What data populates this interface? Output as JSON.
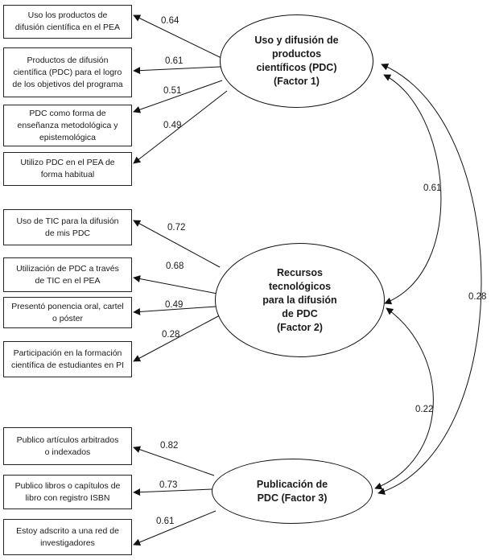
{
  "factors": {
    "f1": "Uso y difusión de\nproductos\ncientíficos (PDC)\n(Factor 1)",
    "f2": "Recursos\ntecnológicos\npara la difusión\nde PDC\n(Factor 2)",
    "f3": "Publicación de\nPDC (Factor 3)"
  },
  "items": {
    "i1": "Uso los productos de\ndifusión científica en el PEA",
    "i2": "Productos de difusión\ncientífica (PDC) para el logro\nde los objetivos del programa",
    "i3": "PDC como forma de\nenseñanza metodológica y\nepistemológica",
    "i4": "Utilizo PDC en el PEA de\nforma habitual",
    "i5": "Uso de TIC para la difusión\nde mis PDC",
    "i6": "Utilización de PDC a través\nde TIC en el PEA",
    "i7": "Presentó ponencia oral, cartel\no póster",
    "i8": "Participación en la formación\ncientífica de estudiantes en PI",
    "i9": "Publico artículos arbitrados\no indexados",
    "i10": "Publico libros o capítulos de\nlibro con registro ISBN",
    "i11": "Estoy adscrito a una red de\ninvestigadores"
  },
  "loadings": {
    "i1": "0.64",
    "i2": "0.61",
    "i3": "0.51",
    "i4": "0.49",
    "i5": "0.72",
    "i6": "0.68",
    "i7": "0.49",
    "i8": "0.28",
    "i9": "0.82",
    "i10": "0.73",
    "i11": "0.61"
  },
  "correlations": {
    "f1_f2": "0.61",
    "f2_f3": "0.22",
    "f1_f3": "0.28"
  }
}
